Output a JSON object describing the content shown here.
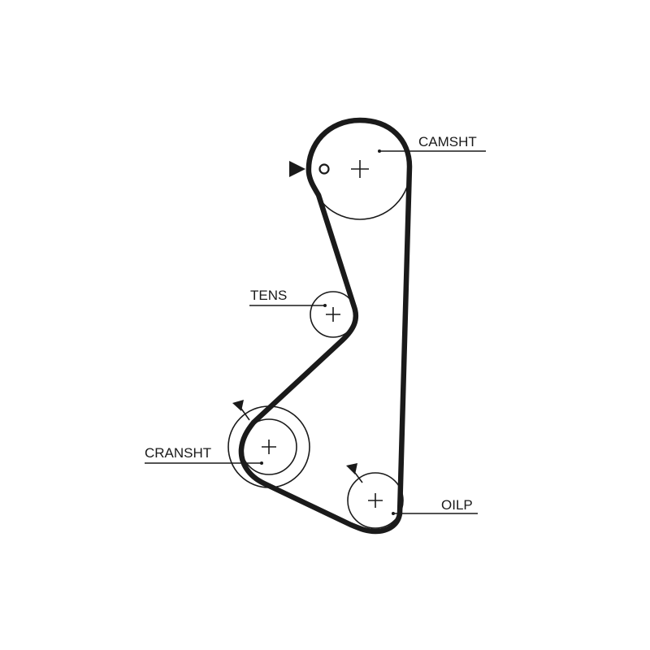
{
  "labels": {
    "camshaft": "CAMSHT",
    "tensioner": "TENS",
    "crankshaft": "CRANSHT",
    "oil_pump": "OILP"
  },
  "colors": {
    "line": "#1a1a1a",
    "background": "#ffffff"
  }
}
